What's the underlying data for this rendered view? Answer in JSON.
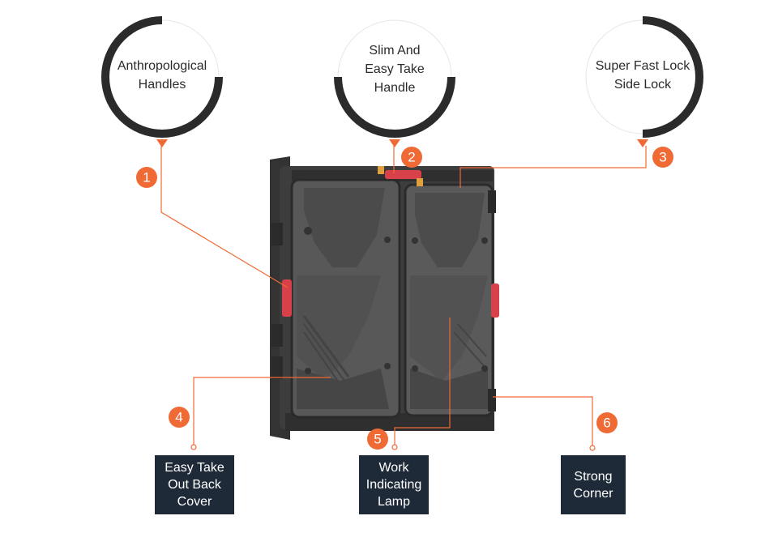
{
  "features": [
    {
      "number": "1",
      "label": "Anthropological Handles"
    },
    {
      "number": "2",
      "label": "Slim And Easy Take Handle"
    },
    {
      "number": "3",
      "label": "Super Fast Lock Side Lock"
    },
    {
      "number": "4",
      "label": "Easy Take Out Back Cover"
    },
    {
      "number": "5",
      "label": "Work Indicating Lamp"
    },
    {
      "number": "6",
      "label": "Strong Corner"
    }
  ],
  "colors": {
    "accent": "#ef6a35",
    "ring": "#2b2b2b",
    "label_box": "#1f2a38",
    "cabinet": "#4a4a4a",
    "handle_red": "#d8404a"
  }
}
